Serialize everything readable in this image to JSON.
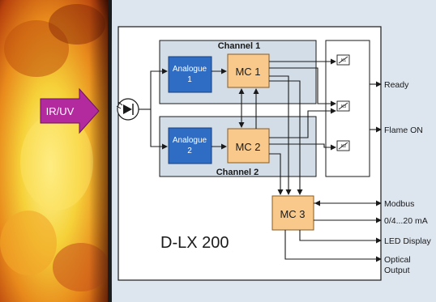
{
  "diagram": {
    "title": "D-LX 200",
    "input_label": "IR/UV",
    "channel1": {
      "label": "Channel 1"
    },
    "channel2": {
      "label": "Channel 2"
    },
    "blocks": {
      "analogue1": {
        "line1": "Analogue",
        "line2": "1"
      },
      "analogue2": {
        "line1": "Analogue",
        "line2": "2"
      },
      "mc1": "MC 1",
      "mc2": "MC 2",
      "mc3": "MC 3"
    },
    "relays": [
      "K1",
      "K3",
      "K2"
    ],
    "outputs": {
      "ready": "Ready",
      "flame_on": "Flame ON",
      "modbus": "Modbus",
      "current": "0/4...20 mA",
      "led": "LED Display",
      "optical_line1": "Optical",
      "optical_line2": "Output"
    },
    "colors": {
      "analogue_fill": "#2f6cc4",
      "mc_fill": "#f8c98a",
      "channel_fill": "#d3dde8",
      "panel_fill": "#ffffff",
      "background": "#dde5ee",
      "arrow_fill": "#b32a9e",
      "line": "#1a1a1a"
    }
  }
}
